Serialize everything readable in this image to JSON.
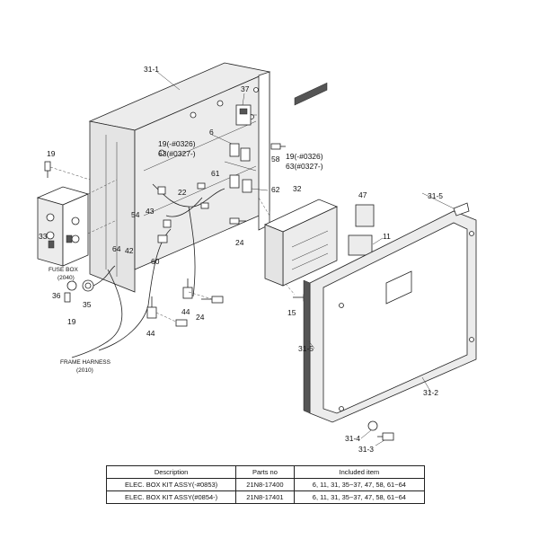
{
  "callouts": {
    "c31_1": "31-1",
    "c37": "37",
    "c6": "6",
    "c19a": "19",
    "c19b": "19(-#0326)",
    "c63a": "63(#0327-)",
    "c19c": "19(-#0326)",
    "c63b": "63(#0327-)",
    "c58": "58",
    "c61": "61",
    "c62": "62",
    "c22": "22",
    "c32": "32",
    "c47": "47",
    "c31_5a": "31-5",
    "c11": "11",
    "c33": "33",
    "c54": "54",
    "c43": "43",
    "c64": "64",
    "c42": "42",
    "c60": "60",
    "c24a": "24",
    "c15": "15",
    "c36": "36",
    "c35": "35",
    "c19d": "19",
    "c44a": "44",
    "c24b": "24",
    "c44b": "44",
    "c31_5b": "31-5",
    "c31_2": "31-2",
    "c31_4": "31-4",
    "c31_3": "31-3"
  },
  "labels": {
    "fuse_box": "FUSE BOX",
    "fuse_box_no": "(2040)",
    "frame_harness": "FRAME HARNESS",
    "frame_harness_no": "(2010)"
  },
  "table": {
    "headers": [
      "Description",
      "Parts no",
      "Included item"
    ],
    "rows": [
      [
        "ELEC. BOX KIT ASSY(-#0853)",
        "21N8-17400",
        "6, 11, 31, 35~37, 47, 58, 61~64"
      ],
      [
        "ELEC. BOX KIT ASSY(#0854-)",
        "21N8-17401",
        "6, 11, 31, 35~37, 47, 58, 61~64"
      ]
    ]
  }
}
